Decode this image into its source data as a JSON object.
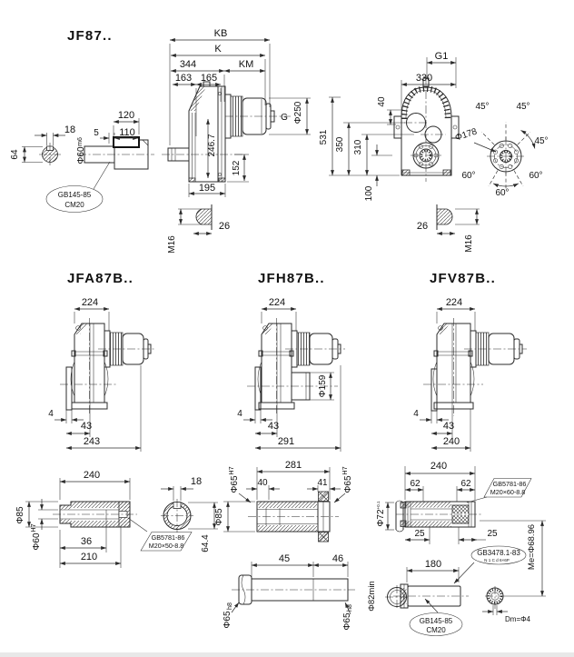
{
  "colors": {
    "background": "#ffffff",
    "line": "#2b2b2b",
    "text": "#111111"
  },
  "jf87": {
    "title": "JF87..",
    "kb": "KB",
    "k": "K",
    "d344": "344",
    "km": "KM",
    "d163": "163",
    "d165": "165",
    "d120": "120",
    "d5": "5",
    "d110": "110",
    "phi60": "Φ60",
    "phi60_fit": "m6",
    "d18": "18",
    "d64": "64",
    "callout1": "GB145-85",
    "callout2": "CM20",
    "g": "G",
    "phi250": "Φ250",
    "d246": "246.7",
    "d152": "152",
    "d195": "195",
    "stud26": "26",
    "studm16": "M16"
  },
  "front": {
    "g1": "G1",
    "d330": "330",
    "d40": "40",
    "d531": "531",
    "d350": "350",
    "d310": "310",
    "d100": "100",
    "phi178": "Φ178",
    "a45a": "45°",
    "a45b": "45°",
    "a45c": "45°",
    "a60a": "60°",
    "a60b": "60°",
    "a60c": "60°",
    "stud26": "26",
    "studm16": "M16"
  },
  "jfa": {
    "title": "JFA87B..",
    "d224": "224",
    "d4": "4",
    "d43": "43",
    "d243": "243"
  },
  "jfh": {
    "title": "JFH87B..",
    "d224": "224",
    "phi159": "Φ159",
    "d4": "4",
    "d43": "43",
    "d291": "291"
  },
  "jfv": {
    "title": "JFV87B..",
    "d224": "224",
    "d4": "4",
    "d43": "43",
    "d240": "240"
  },
  "sa": {
    "d240": "240",
    "phi85": "Φ85",
    "phi60": "Φ60",
    "phi60_fit": "H7",
    "d36": "36",
    "d210": "210",
    "d18": "18",
    "d64_4": "64.4",
    "c1": "GB5781-86",
    "c2": "M20×50-8.8"
  },
  "sh": {
    "d281": "281",
    "phi65a": "Φ65",
    "phi65a_fit": "H7",
    "d40": "40",
    "d41": "41",
    "phi65b": "Φ65",
    "phi65b_fit": "H7",
    "phi85": "Φ85",
    "d45": "45",
    "d46": "46",
    "phi65c": "Φ65",
    "phi65c_fit": "h8",
    "phi65d": "Φ65",
    "phi65d_fit": "h8",
    "phi72": "Φ72",
    "phi72_tol": "+0.1",
    "phi82": "Φ82min"
  },
  "sv": {
    "d240": "240",
    "d62a": "62",
    "d62b": "62",
    "d25a": "25",
    "d25b": "25",
    "d180": "180",
    "c1a": "GB5781-86",
    "c1b": "M20×60-8.8",
    "c2a": "GB3478.1-83",
    "c2b": "N 1 C d 6×6P",
    "c3a": "GB145-85",
    "c3b": "CM20",
    "me": "Me=Φ68.96",
    "dm": "Dm=Φ4"
  }
}
